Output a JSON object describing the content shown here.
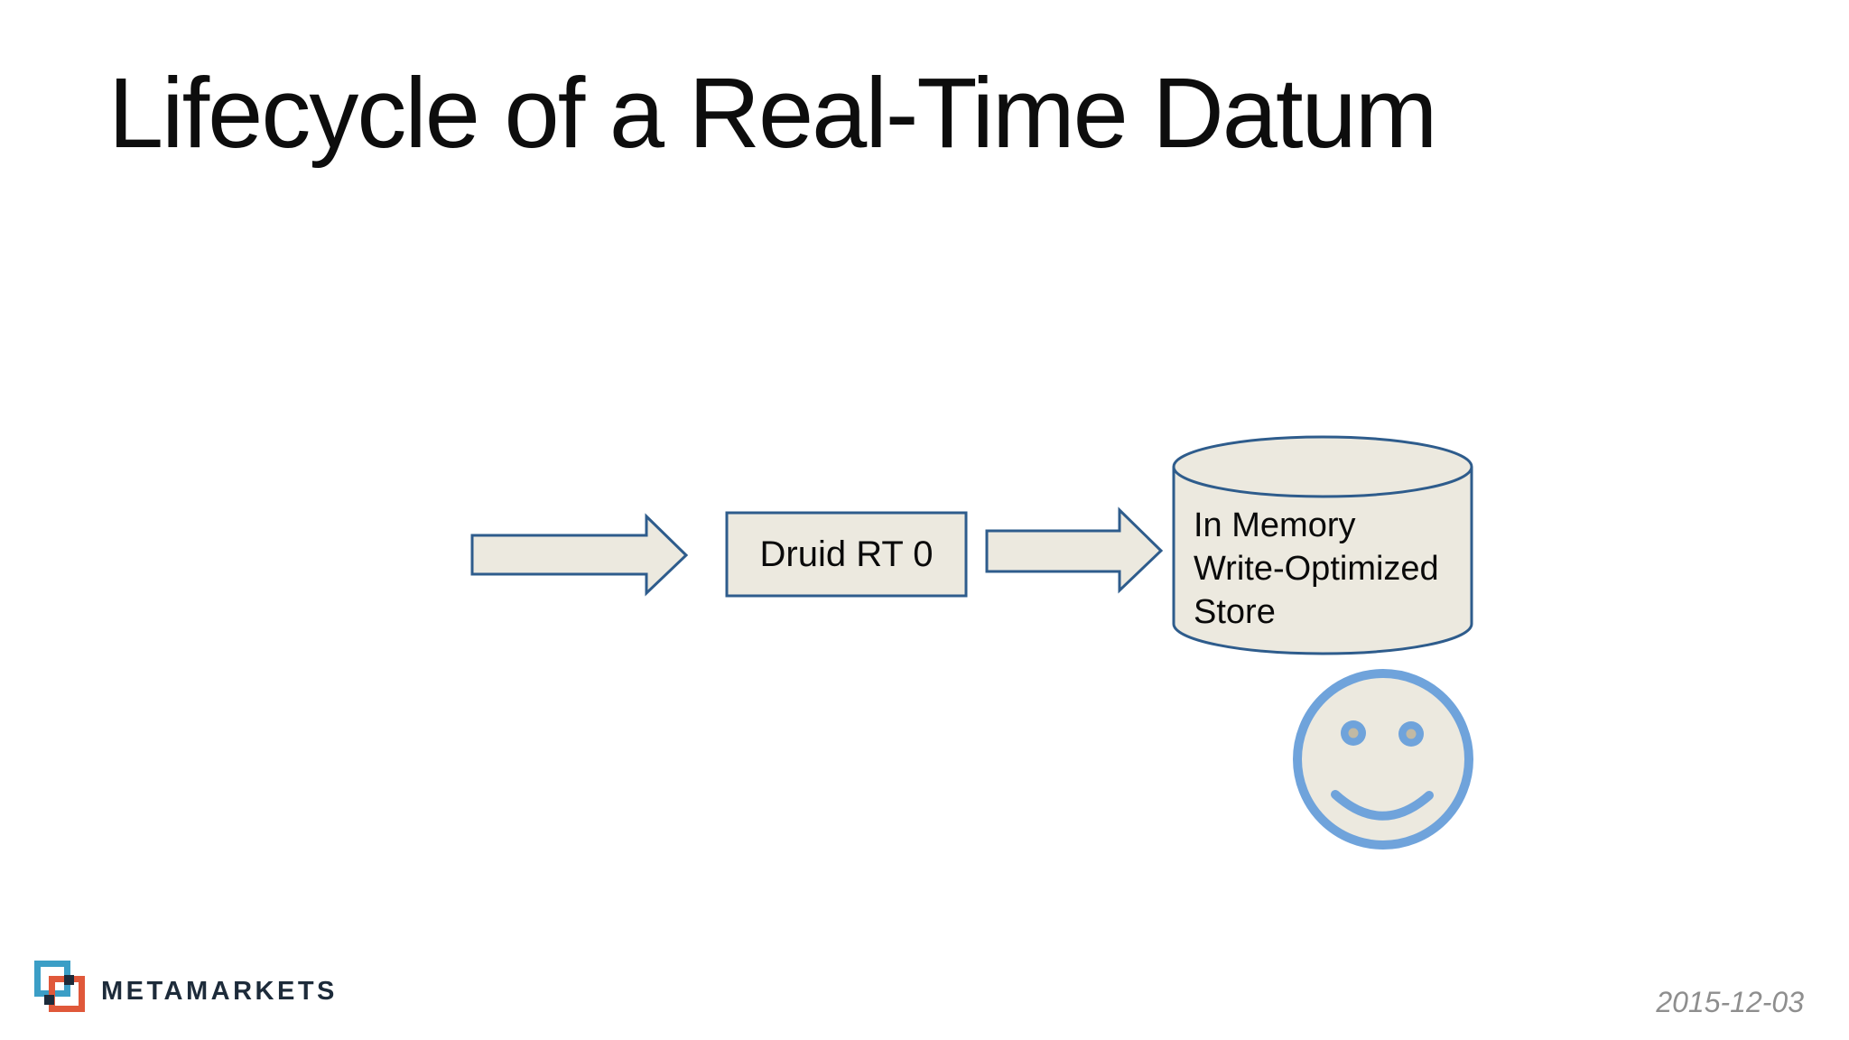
{
  "slide": {
    "title": "Lifecycle of a Real-Time Datum",
    "diagram": {
      "node_label": "Druid RT 0",
      "store_lines": [
        "In Memory",
        "Write-Optimized",
        "Store"
      ],
      "icons": {
        "inflow_arrow": "flow-arrow-icon",
        "outflow_arrow": "flow-arrow-icon",
        "store": "database-cylinder-icon",
        "smiley": "smiley-face-icon"
      }
    },
    "footer": {
      "logo_text": "METAMARKETS",
      "logo_icon": "metamarkets-squares-icon",
      "date": "2015-12-03"
    },
    "colors": {
      "background": "#ffffff",
      "title_text": "#0d0d0d",
      "shape_fill": "#ece9df",
      "shape_stroke": "#2e5c8c",
      "smiley_blue": "#6fa3db",
      "smiley_eye_dot": "#c1b9a4",
      "logo_navy": "#1d2b3a",
      "logo_blue": "#3b9ec6",
      "logo_orange": "#e0583a",
      "date_text": "#8e8e8e"
    }
  }
}
